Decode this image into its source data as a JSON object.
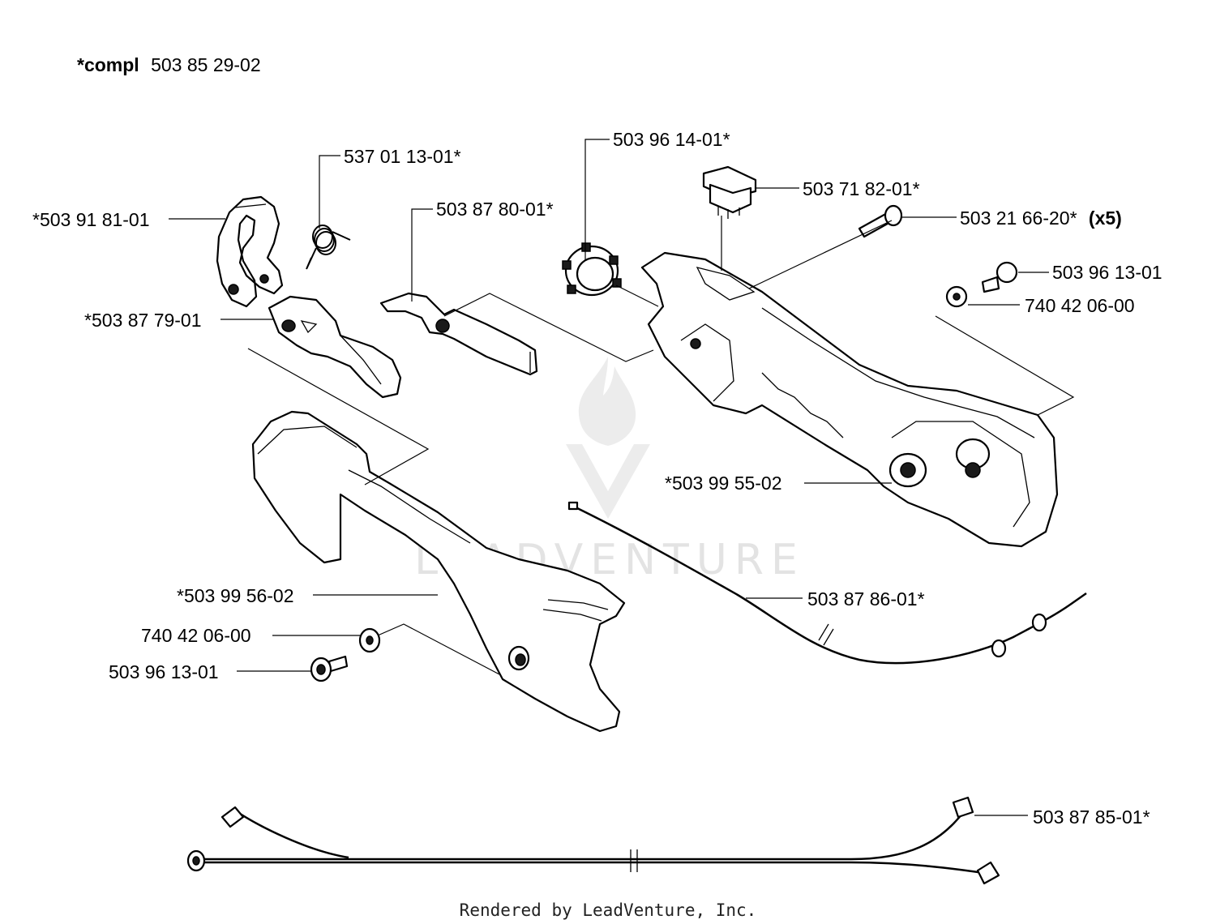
{
  "header": {
    "prefix": "*compl",
    "number": "503 85 29-02"
  },
  "labels": [
    {
      "id": "label-537-01-13-01",
      "text": "537 01 13-01*"
    },
    {
      "id": "label-503-91-81-01",
      "text": "*503 91 81-01"
    },
    {
      "id": "label-503-87-80-01",
      "text": "503 87 80-01*"
    },
    {
      "id": "label-503-87-79-01",
      "text": "*503 87 79-01"
    },
    {
      "id": "label-503-96-14-01",
      "text": "503 96 14-01*"
    },
    {
      "id": "label-503-71-82-01",
      "text": "503 71 82-01*"
    },
    {
      "id": "label-503-21-66-20",
      "text": "503 21 66-20*",
      "suffix": "(x5)"
    },
    {
      "id": "label-503-96-13-01-top",
      "text": "503 96 13-01"
    },
    {
      "id": "label-740-42-06-00-top",
      "text": "740 42 06-00"
    },
    {
      "id": "label-503-99-55-02",
      "text": "*503 99 55-02"
    },
    {
      "id": "label-503-99-56-02",
      "text": "*503 99 56-02"
    },
    {
      "id": "label-740-42-06-00-bottom",
      "text": "740 42 06-00"
    },
    {
      "id": "label-503-96-13-01-bottom",
      "text": "503 96 13-01"
    },
    {
      "id": "label-503-87-86-01",
      "text": "503 87 86-01*"
    },
    {
      "id": "label-503-87-85-01",
      "text": "503 87 85-01*"
    }
  ],
  "watermark": {
    "text": "LEADVENTURE"
  },
  "footer": {
    "text": "Rendered by LeadVenture, Inc."
  }
}
